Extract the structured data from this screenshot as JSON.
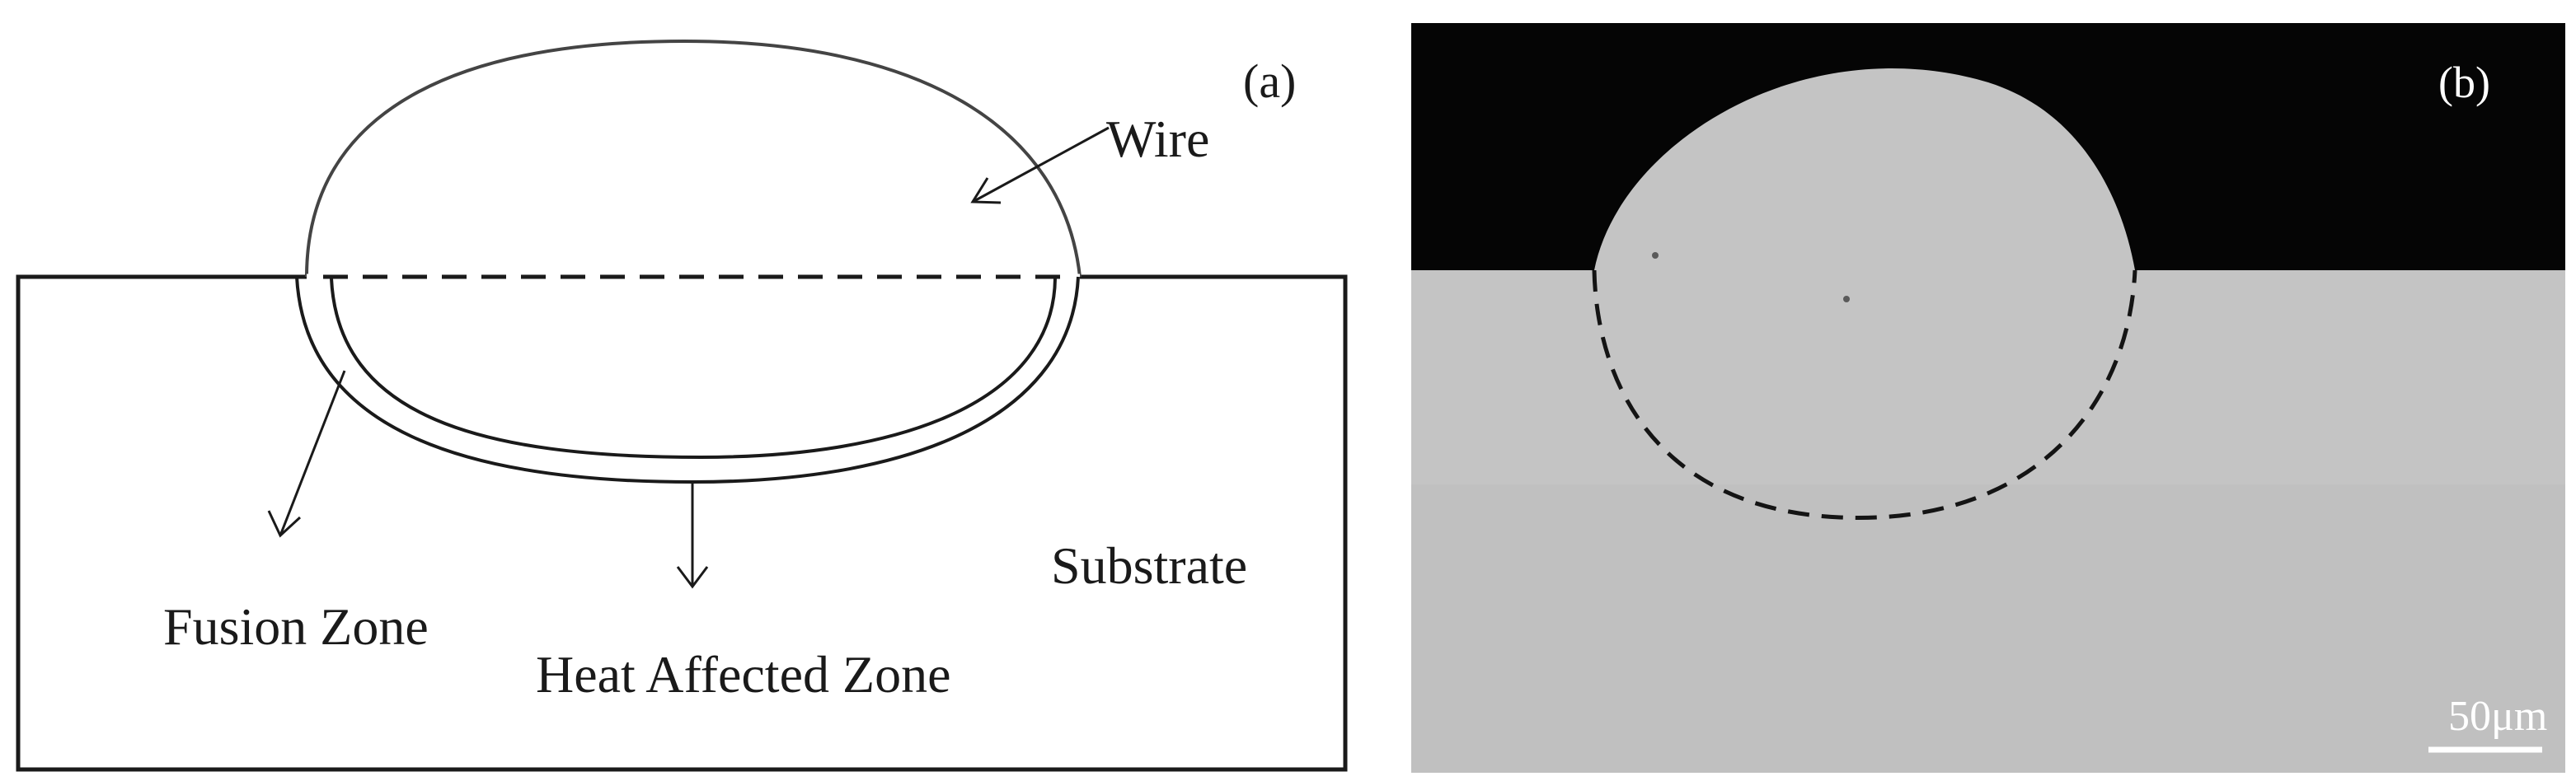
{
  "panel_a": {
    "panel_label": "(a)",
    "labels": {
      "wire": "Wire",
      "substrate": "Substrate",
      "fusion_zone": "Fusion Zone",
      "heat_affected_zone": "Heat Affected Zone"
    },
    "colors": {
      "line": "#1a1a1a",
      "background": "#ffffff"
    }
  },
  "panel_b": {
    "panel_label": "(b)",
    "scale_bar_label": "50μm",
    "colors": {
      "top_background": "#050505",
      "specimen": "#c2c2c2",
      "boundary": "#141414",
      "scale_text": "#ffffff"
    }
  }
}
